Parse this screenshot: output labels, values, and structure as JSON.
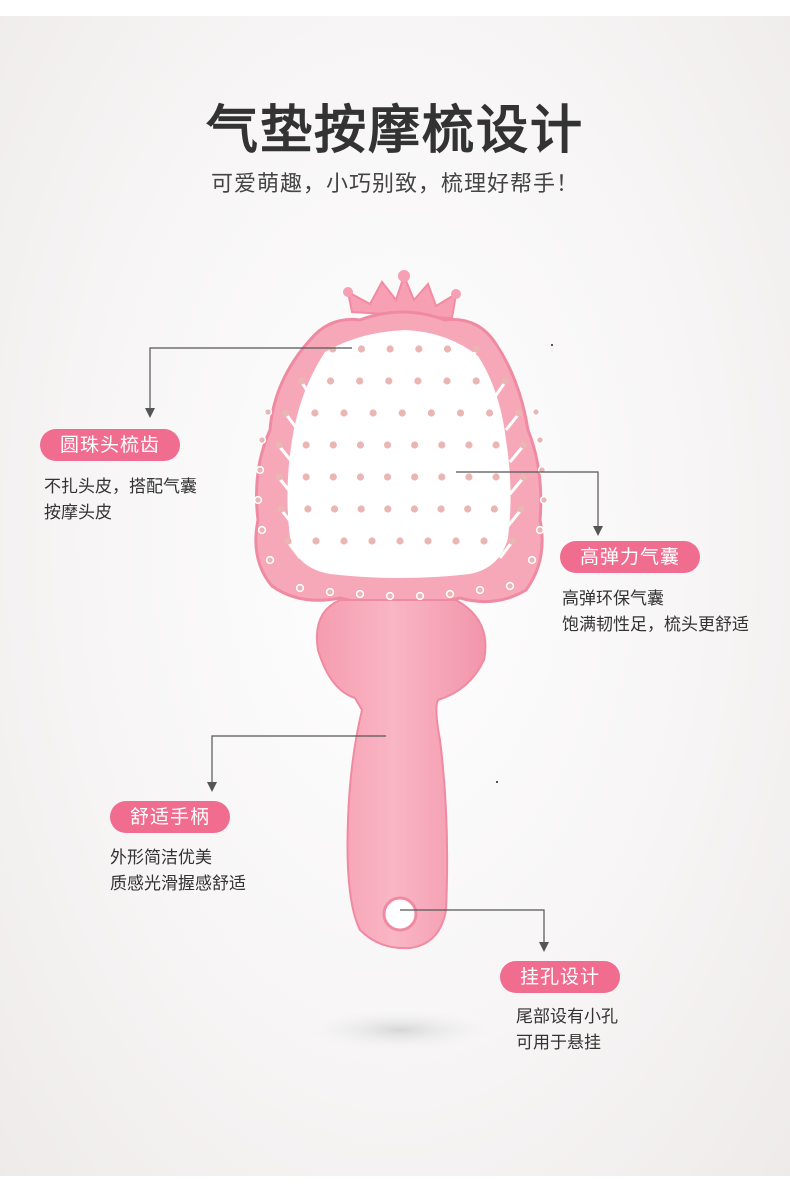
{
  "title": "气垫按摩梳设计",
  "subtitle": "可爱萌趣，小巧别致，梳理好帮手！",
  "features": [
    {
      "label": "圆珠头梳齿",
      "lines": [
        "不扎头皮，搭配气囊",
        "按摩头皮"
      ]
    },
    {
      "label": "高弹力气囊",
      "lines": [
        "高弹环保气囊",
        "饱满韧性足，梳头更舒适"
      ]
    },
    {
      "label": "舒适手柄",
      "lines": [
        "外形简洁优美",
        "质感光滑握感舒适"
      ]
    },
    {
      "label": "挂孔设计",
      "lines": [
        "尾部设有小孔",
        "可用于悬挂"
      ]
    }
  ],
  "colors": {
    "accent": "#f06d8f",
    "brush_pink": "#f7a8b8",
    "brush_dark": "#f08aa2",
    "cushion": "#ffffff",
    "bristle_tip": "#e9b6b3"
  },
  "icons": [
    "arrow-down-icon",
    "crown-icon"
  ]
}
